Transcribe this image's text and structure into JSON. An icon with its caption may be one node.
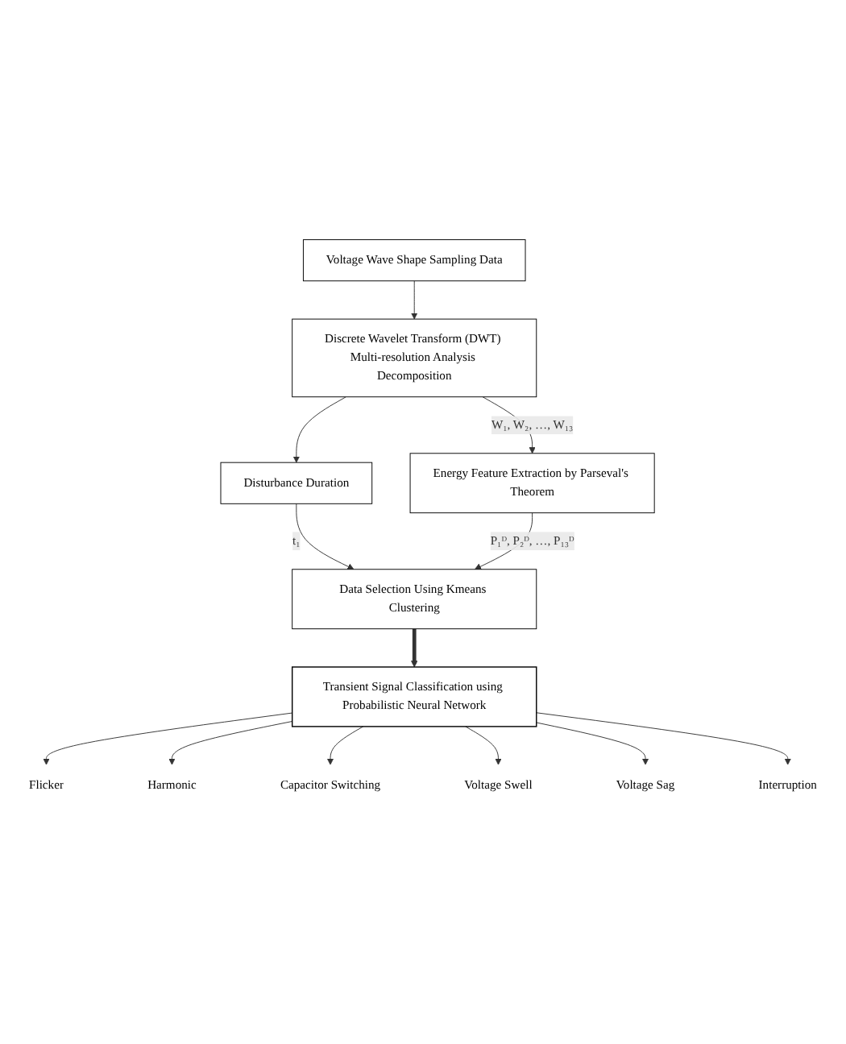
{
  "diagram": {
    "nodes": [
      {
        "text": [
          "Voltage Wave Shape Sampling Data"
        ]
      },
      {
        "text": [
          "Discrete Wavelet Transform (DWT) Multi-resolution Analysis Decomposition"
        ]
      },
      {
        "text": [
          "Disturbance Duration"
        ]
      },
      {
        "text": [
          "Energy Feature Extraction by Parseval's Theorem"
        ]
      },
      {
        "text": [
          "Data Selection Using Kmeans Clustering"
        ]
      },
      {
        "text": [
          "Transient Signal Classification using Probabilistic Neural Network"
        ]
      },
      {
        "text": [
          "Flicker"
        ]
      },
      {
        "text": [
          "Harmonic"
        ]
      },
      {
        "text": [
          "Capacitor Switching"
        ]
      },
      {
        "text": [
          "Voltage Swell"
        ]
      },
      {
        "text": [
          "Voltage Sag"
        ]
      },
      {
        "text": [
          "Interruption"
        ]
      }
    ],
    "edges": [
      {
        "from": 0,
        "to": 1,
        "arrow": "to"
      },
      {
        "from": 1,
        "to": 2,
        "arrow": "to"
      },
      {
        "from": 1,
        "to": 3,
        "arrow": "to",
        "label": "W₁, W₂, …, W₁₃"
      },
      {
        "from": 2,
        "to": 4,
        "arrow": "to",
        "label": "t₁"
      },
      {
        "from": 3,
        "to": 4,
        "arrow": "to",
        "label": "P₁ᴰ, P₂ᴰ, …, P₁₃ᴰ"
      },
      {
        "from": 4,
        "to": 5,
        "arrow": "to",
        "style": "thick"
      },
      {
        "from": 5,
        "to": 6,
        "arrow": "to"
      },
      {
        "from": 5,
        "to": 7,
        "arrow": "to"
      },
      {
        "from": 5,
        "to": 8,
        "arrow": "to"
      },
      {
        "from": 5,
        "to": 9,
        "arrow": "to"
      },
      {
        "from": 5,
        "to": 10,
        "arrow": "to"
      },
      {
        "from": 5,
        "to": 11,
        "arrow": "to"
      }
    ]
  }
}
